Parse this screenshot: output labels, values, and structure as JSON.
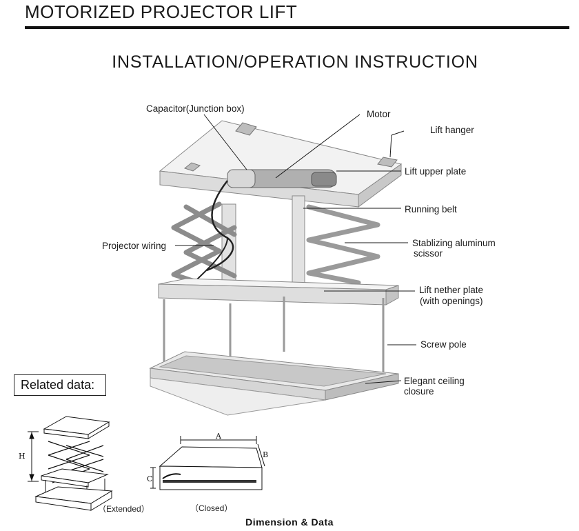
{
  "header": {
    "title": "MOTORIZED PROJECTOR LIFT",
    "subtitle": "INSTALLATION/OPERATION INSTRUCTION"
  },
  "labels": {
    "capacitor": "Capacitor(Junction box)",
    "motor": "Motor",
    "lift_hanger": "Lift hanger",
    "lift_upper_plate": "Lift upper plate",
    "running_belt": "Running belt",
    "projector_wiring": "Projector wiring",
    "stabilizing_line1": "Stablizing aluminum",
    "stabilizing_line2": "scissor",
    "nether_line1": "Lift nether plate",
    "nether_line2": "(with openings)",
    "screw_pole": "Screw pole",
    "closure_line1": "Elegant ceiling",
    "closure_line2": "closure"
  },
  "related": {
    "heading": "Related data:",
    "extended_caption": "（Extended）",
    "closed_caption": "（Closed）",
    "dim_h": "H",
    "dim_a": "A",
    "dim_b": "B",
    "dim_c": "C"
  },
  "footer": {
    "title": "Dimension & Data"
  },
  "colors": {
    "metal_light": "#ececec",
    "metal_mid": "#d4d4d4",
    "metal_dark": "#9a9a9a",
    "line": "#1a1a1a"
  }
}
